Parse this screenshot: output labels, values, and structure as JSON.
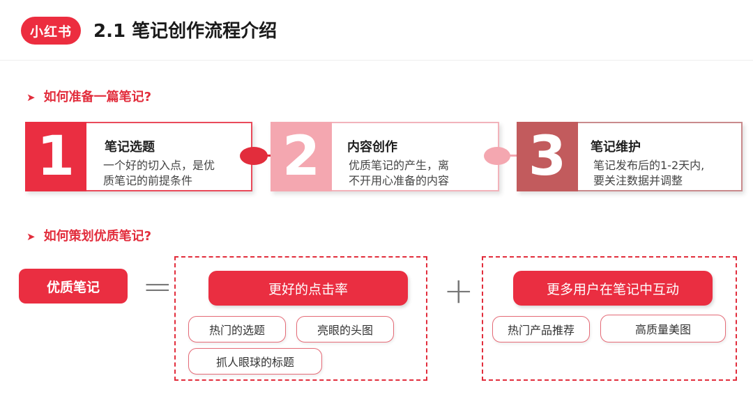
{
  "header": {
    "logo_text": "小红书",
    "title": "2.1 笔记创作流程介绍"
  },
  "section1": {
    "heading": "如何准备一篇笔记?",
    "steps": [
      {
        "number": "1",
        "title": "笔记选题",
        "desc_line1": "一个好的切入点，是优",
        "desc_line2": "质笔记的前提条件",
        "color": "#ea2e41"
      },
      {
        "number": "2",
        "title": "内容创作",
        "desc_line1": "优质笔记的产生，离",
        "desc_line2": "不开用心准备的内容",
        "color": "#f4a7b0"
      },
      {
        "number": "3",
        "title": "笔记维护",
        "desc_line1": "笔记发布后的1-2天内,",
        "desc_line2": "要关注数据并调整",
        "color": "#c25b5d"
      }
    ]
  },
  "section2": {
    "heading": "如何策划优质笔记?",
    "quality_label": "优质笔记",
    "equals": "=",
    "plus": "+",
    "left_group": {
      "main": "更好的点击率",
      "tags": [
        "热门的选题",
        "亮眼的头图",
        "抓人眼球的标题"
      ]
    },
    "right_group": {
      "main": "更多用户在笔记中互动",
      "tags": [
        "热门产品推荐",
        "高质量美图"
      ]
    }
  },
  "colors": {
    "brand_red": "#ea2e41",
    "light_pink": "#f4a7b0",
    "dusty_red": "#c25b5d"
  }
}
